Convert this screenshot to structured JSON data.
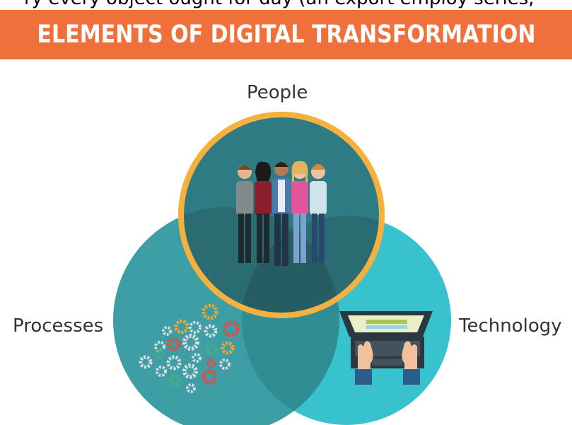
{
  "header": {
    "cropped_line": "ry every object ought for day (an export employ series,",
    "title": "ELEMENTS OF DIGITAL TRANSFORMATION"
  },
  "diagram": {
    "circles": [
      {
        "id": "people",
        "label": "People",
        "color": "#2f7b83",
        "ring_color": "#f5b13d"
      },
      {
        "id": "processes",
        "label": "Processes",
        "color": "#3d9ea6"
      },
      {
        "id": "technology",
        "label": "Technology",
        "color": "#38c2ce"
      }
    ]
  },
  "colors": {
    "banner": "#f0703b",
    "gear_gray": "#d8dcdc",
    "gear_red": "#e44c3f",
    "gear_orange": "#f3a62f",
    "gear_green": "#4caf7a",
    "laptop_body": "#2c3740",
    "hand_blue": "#2a5d8a"
  }
}
